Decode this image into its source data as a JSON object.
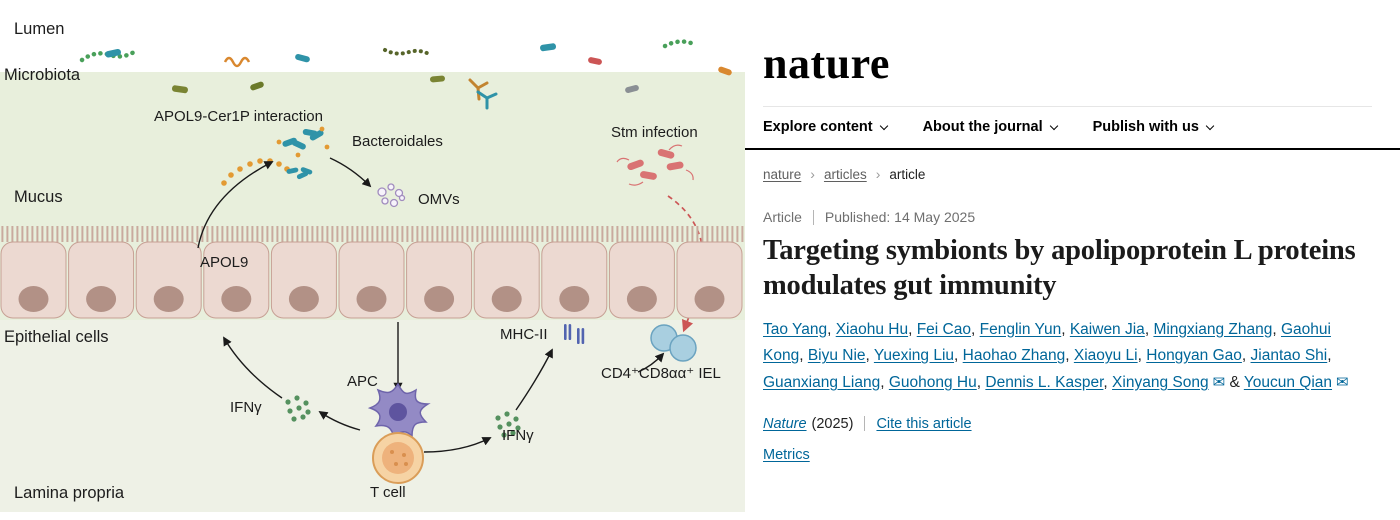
{
  "figure": {
    "labels": {
      "lumen": "Lumen",
      "microbiota": "Microbiota",
      "mucus": "Mucus",
      "epithelial_cells": "Epithelial cells",
      "lamina_propria": "Lamina propria"
    },
    "annotations": {
      "apol9_cer1p": "APOL9-Cer1P interaction",
      "bacteroidales": "Bacteroidales",
      "omvs": "OMVs",
      "apol9": "APOL9",
      "stm_infection": "Stm infection",
      "mhc2": "MHC-II",
      "iel": "CD4⁺CD8αα⁺ IEL",
      "ifng_left": "IFNγ",
      "apc": "APC",
      "ifng_right": "IFNγ",
      "t_cell": "T cell"
    }
  },
  "article": {
    "logo": "nature",
    "nav": [
      {
        "label": "Explore content"
      },
      {
        "label": "About the journal"
      },
      {
        "label": "Publish with us"
      }
    ],
    "breadcrumb": [
      {
        "label": "nature"
      },
      {
        "label": "articles"
      },
      {
        "label": "article"
      }
    ],
    "meta": {
      "type": "Article",
      "published": "Published: 14 May 2025"
    },
    "title": "Targeting symbionts by apolipoprotein L proteins modulates gut immunity",
    "authors": [
      {
        "name": "Tao Yang"
      },
      {
        "name": "Xiaohu Hu"
      },
      {
        "name": "Fei Cao"
      },
      {
        "name": "Fenglin Yun"
      },
      {
        "name": "Kaiwen Jia"
      },
      {
        "name": "Mingxiang Zhang"
      },
      {
        "name": "Gaohui Kong"
      },
      {
        "name": "Biyu Nie"
      },
      {
        "name": "Yuexing Liu"
      },
      {
        "name": "Haohao Zhang"
      },
      {
        "name": "Xiaoyu Li"
      },
      {
        "name": "Hongyan Gao"
      },
      {
        "name": "Jiantao Shi"
      },
      {
        "name": "Guanxiang Liang"
      },
      {
        "name": "Guohong Hu"
      },
      {
        "name": "Dennis L. Kasper"
      },
      {
        "name": "Xinyang Song",
        "email": true
      },
      {
        "name": "Youcun Qian",
        "email": true
      }
    ],
    "email_icon": "✉",
    "journal": "Nature",
    "year": "(2025)",
    "cite": "Cite this article",
    "metrics": "Metrics",
    "colors": {
      "link": "#006699",
      "rule": "#000000"
    }
  }
}
